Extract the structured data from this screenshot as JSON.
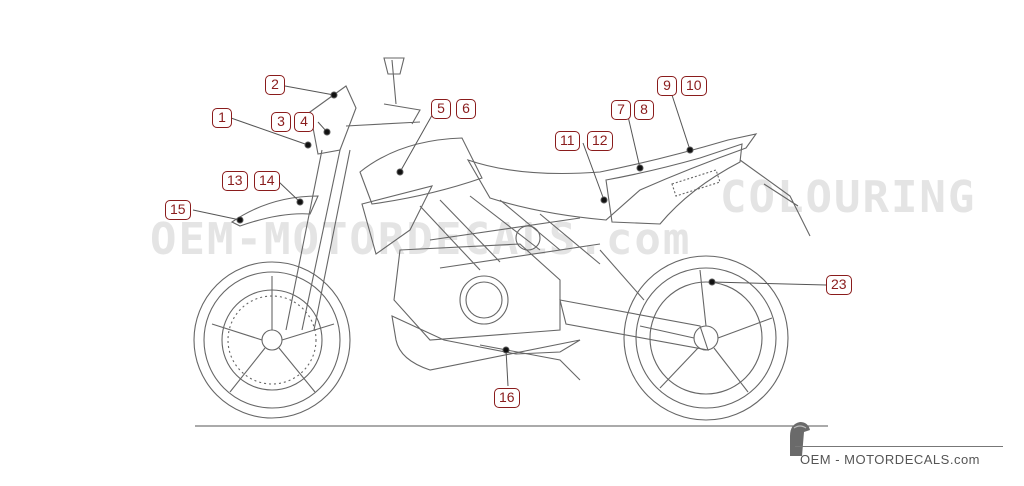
{
  "diagram": {
    "watermark_left": "OEM-MOTORDECALS.com",
    "watermark_right": "COLOURING",
    "footer_brand": "OEM - MOTORDECALS.com",
    "accent_color": "#8a1c1c",
    "line_color": "#555555"
  },
  "callouts": [
    "1",
    "2",
    "3",
    "4",
    "5",
    "6",
    "7",
    "8",
    "9",
    "10",
    "11",
    "12",
    "13",
    "14",
    "15",
    "16",
    "23"
  ]
}
